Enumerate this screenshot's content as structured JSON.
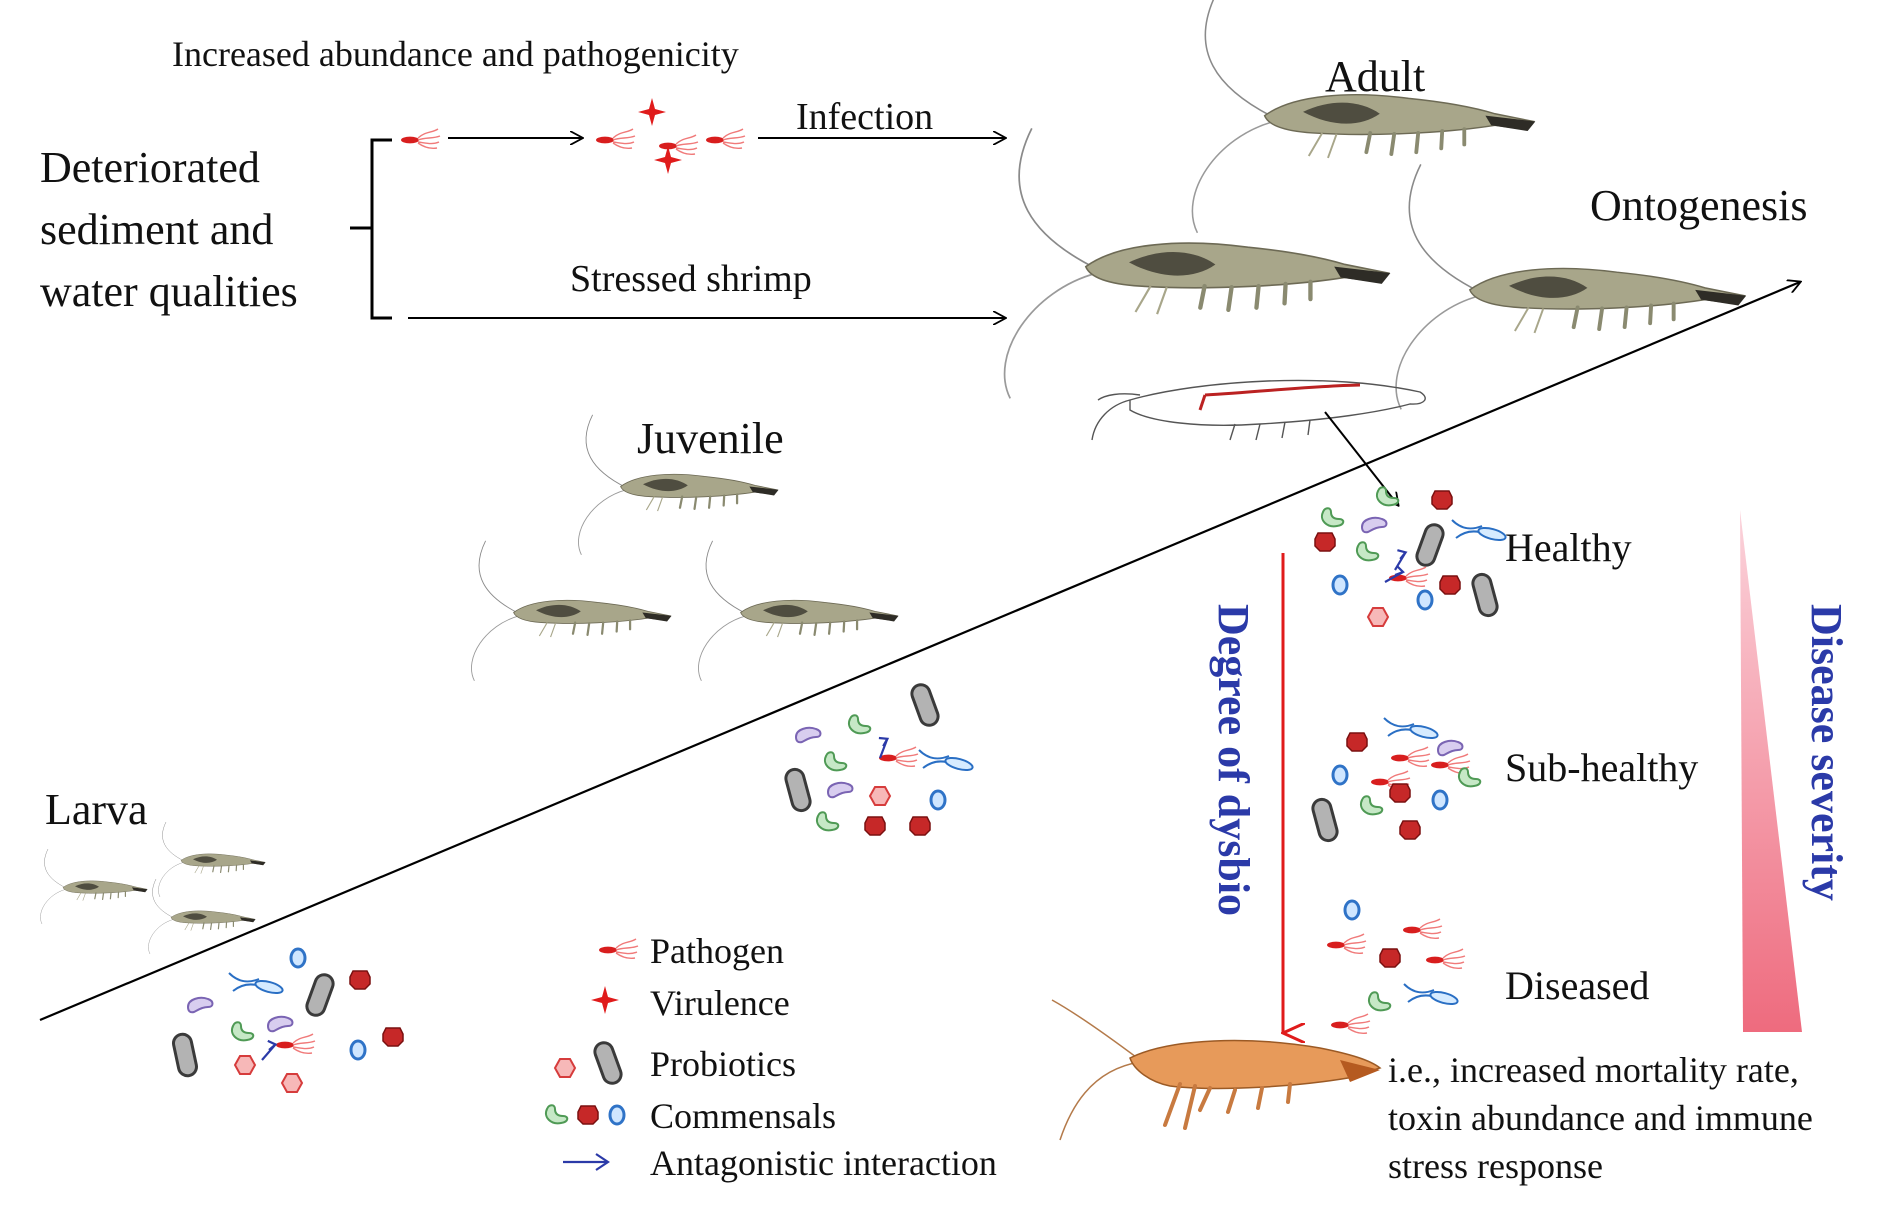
{
  "labels": {
    "increased_abundance": "Increased abundance and pathogenicity",
    "infection": "Infection",
    "deteriorated_line1": "Deteriorated",
    "deteriorated_line2": "sediment and",
    "deteriorated_line3": "water qualities",
    "stressed_shrimp": "Stressed shrimp",
    "adult": "Adult",
    "ontogenesis": "Ontogenesis",
    "juvenile": "Juvenile",
    "larva": "Larva",
    "healthy": "Healthy",
    "sub_healthy": "Sub-healthy",
    "diseased": "Diseased",
    "degree_of_dysbio": "Degree of dysbio",
    "disease_severity": "Disease severity",
    "outcome_line1": "i.e., increased mortality rate,",
    "outcome_line2": "toxin abundance and immune",
    "outcome_line3": "stress response"
  },
  "legend": {
    "pathogen": "Pathogen",
    "virulence": "Virulence",
    "probiotics": "Probiotics",
    "commensals": "Commensals",
    "antagonistic": "Antagonistic interaction"
  },
  "colors": {
    "pathogen": "#d81e1e",
    "axis_label": "#2b3aa8",
    "dysbiosis_arrow": "#e01b1b",
    "severity_light": "#fbd3db",
    "severity_dark": "#ee6b7e"
  },
  "icons": [
    "pathogen-icon",
    "virulence-icon",
    "probiotic-hex-icon",
    "probiotic-rod-icon",
    "commensal-bean-icon",
    "commensal-red-icon",
    "commensal-blue-icon",
    "antagonistic-arrow-icon",
    "shrimp-icon"
  ]
}
